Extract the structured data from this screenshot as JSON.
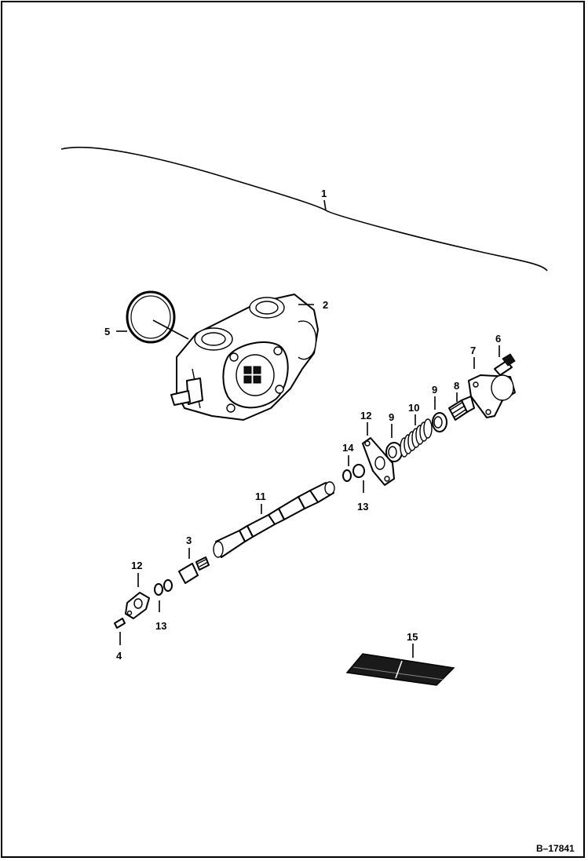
{
  "figure_id": "B–17841",
  "callouts": {
    "c1": "1",
    "c2": "2",
    "c3": "3",
    "c4": "4",
    "c5": "5",
    "c6": "6",
    "c7": "7",
    "c8": "8",
    "c9a": "9",
    "c9b": "9",
    "c10": "10",
    "c11": "11",
    "c12a": "12",
    "c12b": "12",
    "c13a": "13",
    "c13b": "13",
    "c14": "14",
    "c15": "15"
  }
}
